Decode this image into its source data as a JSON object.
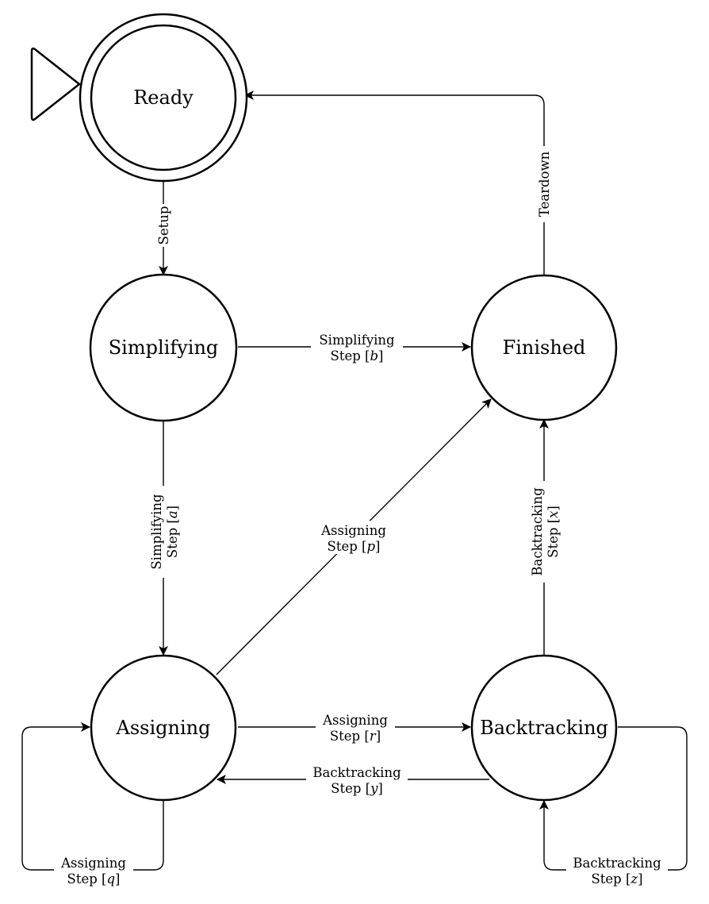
{
  "states": {
    "ready": "Ready",
    "simplifying": "Simplifying",
    "finished": "Finished",
    "assigning": "Assigning",
    "backtracking": "Backtracking"
  },
  "transitions": {
    "setup": {
      "line1": "Setup"
    },
    "teardown": {
      "line1": "Teardown"
    },
    "simp_b": {
      "line1": "Simplifying",
      "line2": "Step [",
      "var": "b",
      "close": "]"
    },
    "simp_a": {
      "line1": "Simplifying",
      "line2": "Step [",
      "var": "a",
      "close": "]"
    },
    "assign_p": {
      "line1": "Assigning",
      "line2": "Step [",
      "var": "p",
      "close": "]"
    },
    "back_x": {
      "line1": "Backtracking",
      "line2": "Step [",
      "var": "x",
      "close": "]"
    },
    "assign_r": {
      "line1": "Assigning",
      "line2": "Step [",
      "var": "r",
      "close": "]"
    },
    "back_y": {
      "line1": "Backtracking",
      "line2": "Step [",
      "var": "y",
      "close": "]"
    },
    "assign_q": {
      "line1": "Assigning",
      "line2": "Step [",
      "var": "q",
      "close": "]"
    },
    "back_z": {
      "line1": "Backtracking",
      "line2": "Step [",
      "var": "z",
      "close": "]"
    }
  }
}
